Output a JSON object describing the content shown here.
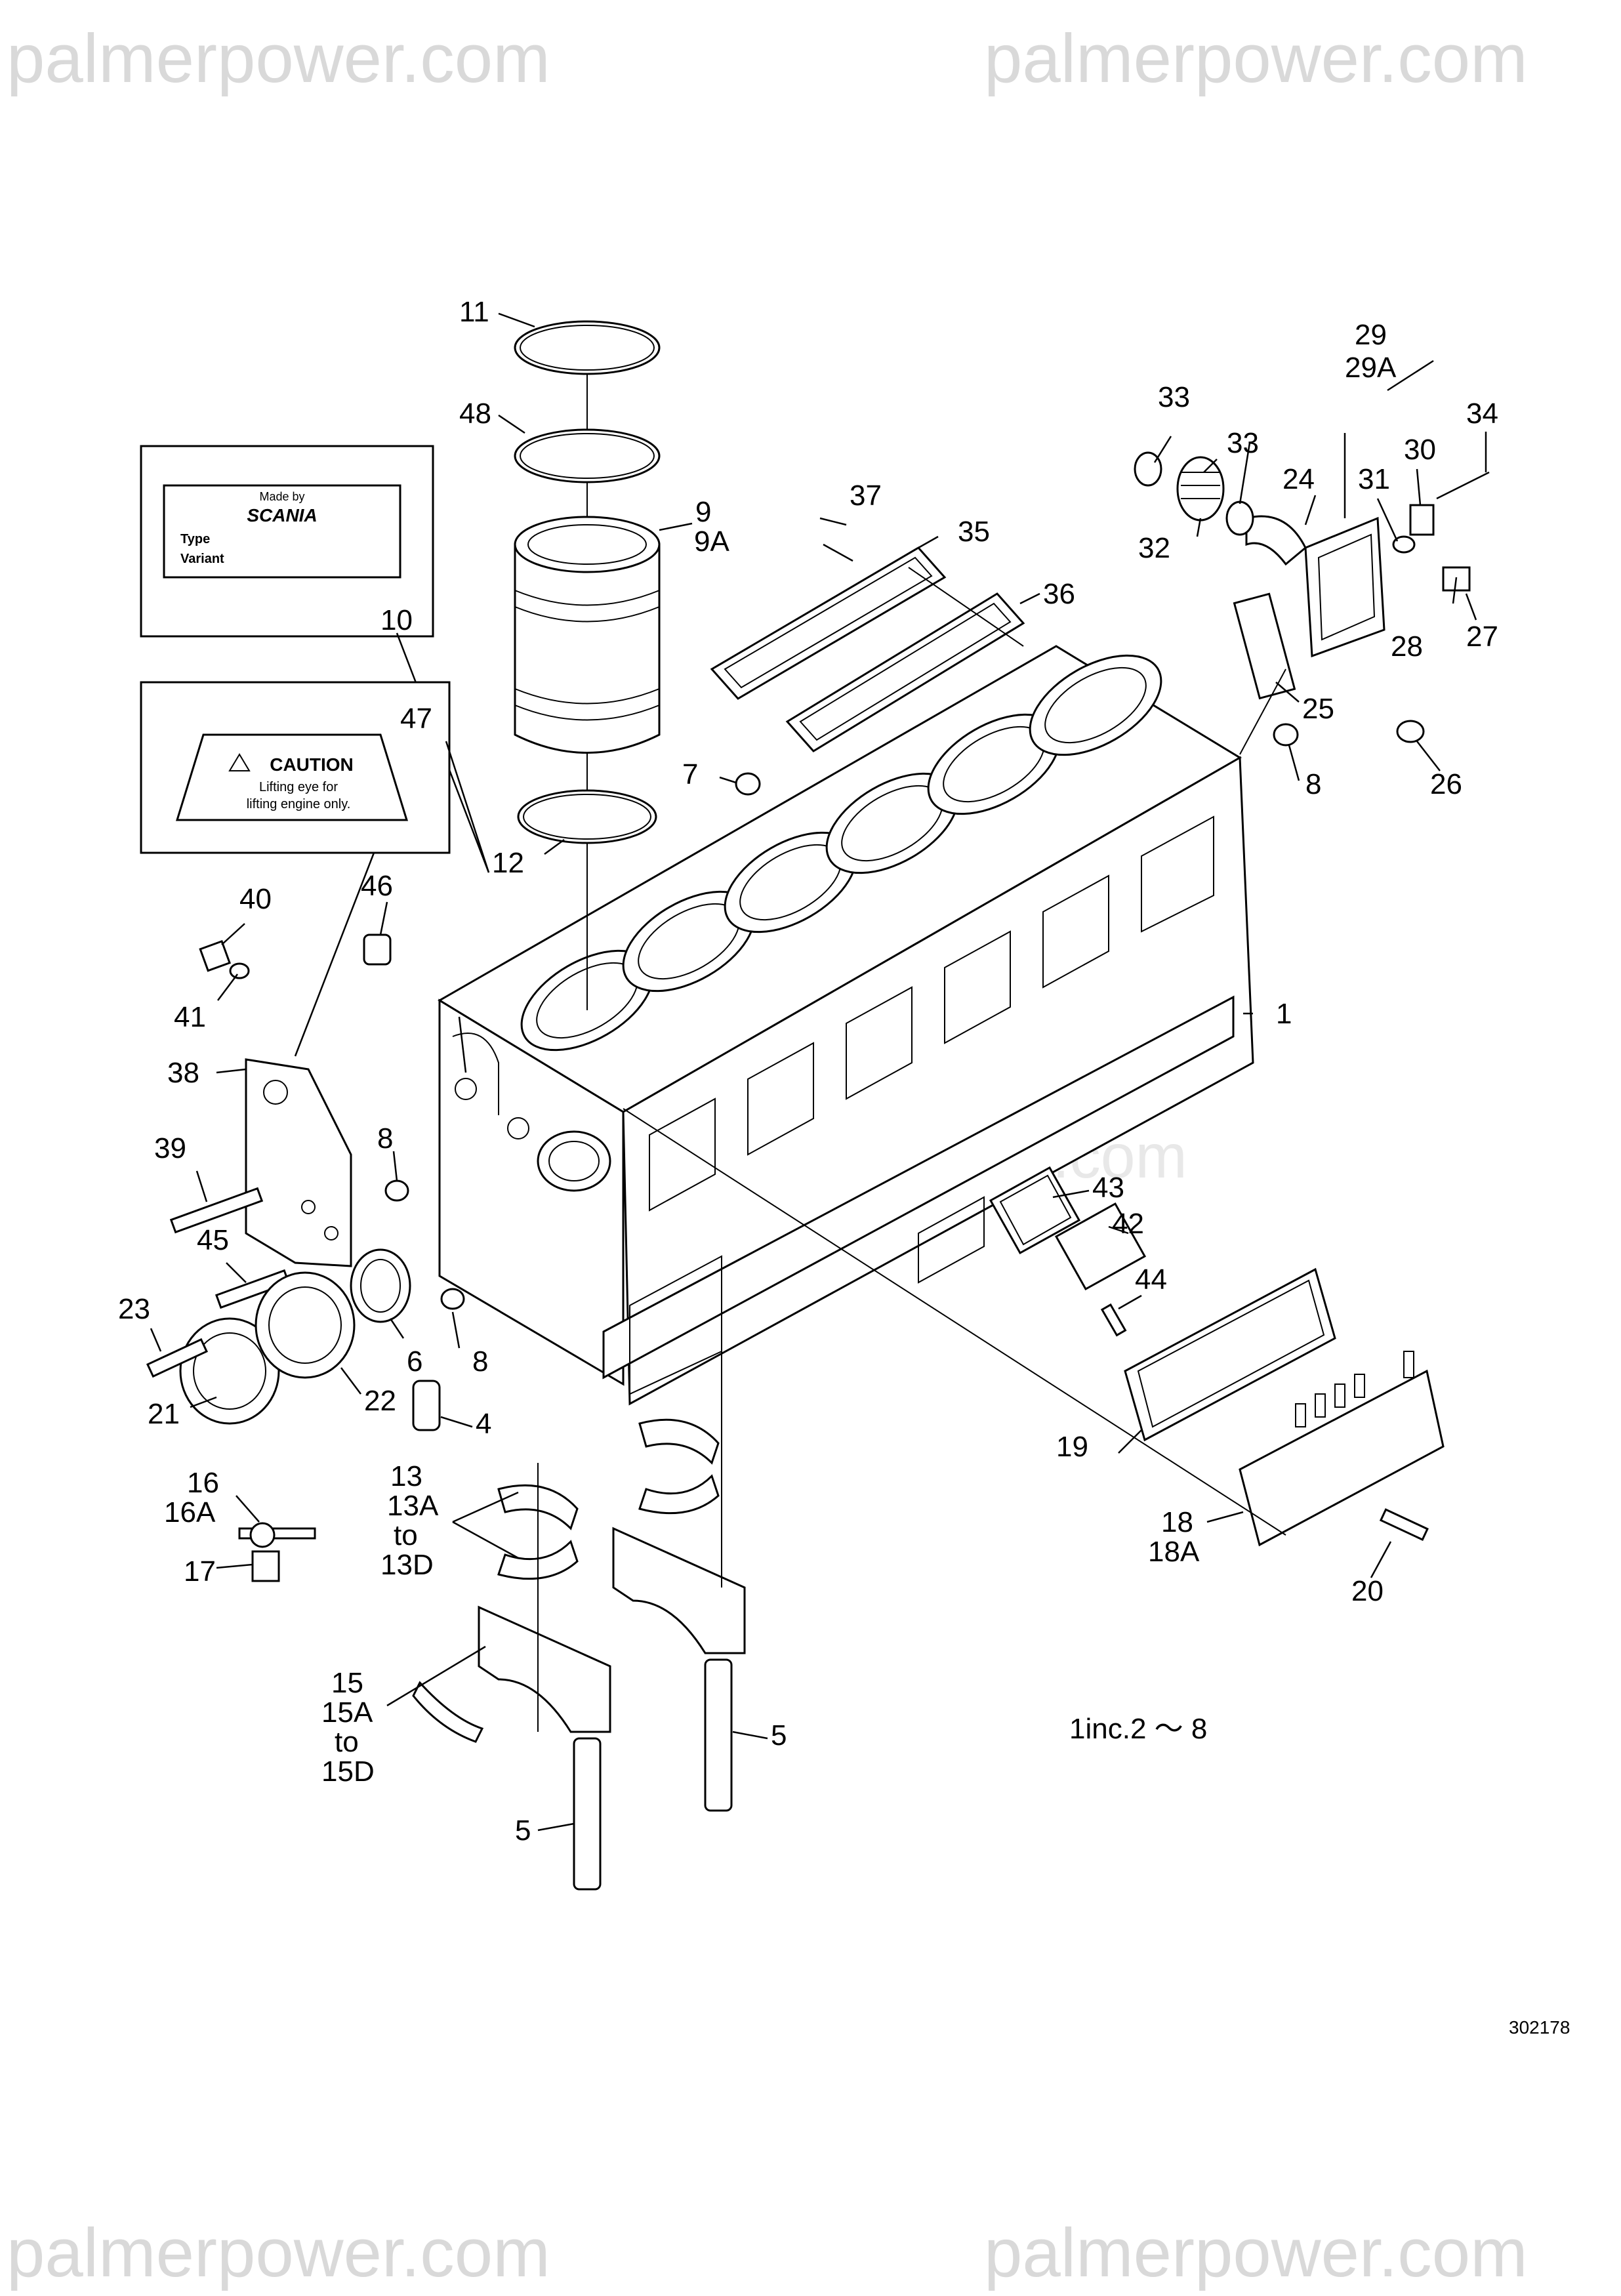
{
  "watermark": "palmerpower.com",
  "drawing_number": "302178",
  "note": "1inc.2 ～ 8",
  "decal_plate": {
    "maker_line1": "Made by",
    "maker_line2": "SCANIA",
    "type_label": "Type",
    "variant_label": "Variant"
  },
  "caution_decal": {
    "heading": "CAUTION",
    "line1": "Lifting eye for",
    "line2": "lifting engine only."
  },
  "callouts": {
    "c1": "1",
    "c4": "4",
    "c5a": "5",
    "c5b": "5",
    "c6": "6",
    "c7": "7",
    "c8a": "8",
    "c8b": "8",
    "c8c": "8",
    "c9": "9",
    "c9A": "9A",
    "c10": "10",
    "c11": "11",
    "c12": "12",
    "c13": "13",
    "c13A": "13A",
    "c13to": "to",
    "c13D": "13D",
    "c15": "15",
    "c15A": "15A",
    "c15to": "to",
    "c15D": "15D",
    "c16": "16",
    "c16A": "16A",
    "c17": "17",
    "c18": "18",
    "c18A": "18A",
    "c19": "19",
    "c20": "20",
    "c21": "21",
    "c22": "22",
    "c23": "23",
    "c24": "24",
    "c25": "25",
    "c26": "26",
    "c27": "27",
    "c28": "28",
    "c29": "29",
    "c29A": "29A",
    "c30": "30",
    "c31": "31",
    "c32": "32",
    "c33a": "33",
    "c33b": "33",
    "c34": "34",
    "c35": "35",
    "c36": "36",
    "c37": "37",
    "c38": "38",
    "c39": "39",
    "c40": "40",
    "c41": "41",
    "c42": "42",
    "c43": "43",
    "c44": "44",
    "c45": "45",
    "c46": "46",
    "c47": "47",
    "c48": "48"
  }
}
